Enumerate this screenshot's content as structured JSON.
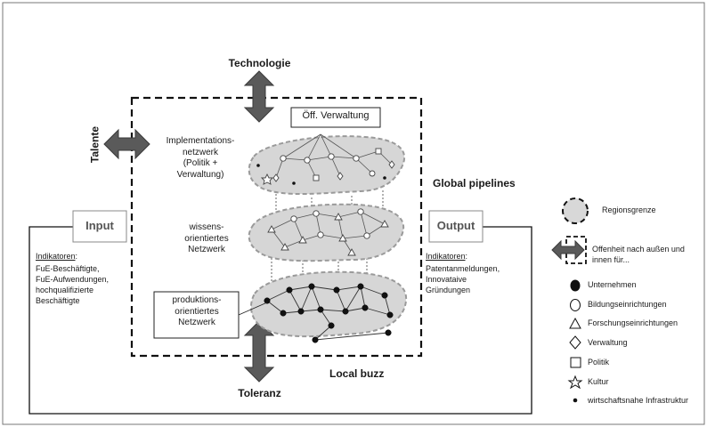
{
  "labels": {
    "technology": "Technologie",
    "talents": "Talente",
    "tolerance": "Toleranz",
    "global_pipelines": "Global pipelines",
    "local_buzz": "Local buzz",
    "public_admin": "Öff. Verwaltung"
  },
  "networks": {
    "implementation": "Implementations-\nnetzwerk\n(Politik +\nVerwaltung)",
    "knowledge": "wissens-\norientiertes\nNetzwerk",
    "production": "produktions-\norientiertes\nNetzwerk"
  },
  "input": {
    "label": "Input",
    "indicator_heading": "Indikatoren",
    "indicators": "FuE-Beschäftigte,\nFuE-Aufwendungen,\nhochqualifizierte\nBeschäftigte"
  },
  "output": {
    "label": "Output",
    "indicator_heading": "Indikatoren",
    "indicators": "Patentanmeldungen,\nInnovataive\nGründungen"
  },
  "legend": {
    "region_border": "Regionsgrenze",
    "openness": "Offenheit nach außen und\ninnen für...",
    "companies": "Unternehmen",
    "education": "Bildungseinrichtungen",
    "research": "Forschungseinrichtungen",
    "administration": "Verwaltung",
    "politics": "Politik",
    "culture": "Kultur",
    "infrastructure": "wirtschaftsnahe Infrastruktur"
  },
  "colors": {
    "arrow": "#5a5a5a",
    "layer_fill": "#d6d6d6",
    "layer_edge": "#9a9a9a",
    "line": "#1a1a1a"
  }
}
